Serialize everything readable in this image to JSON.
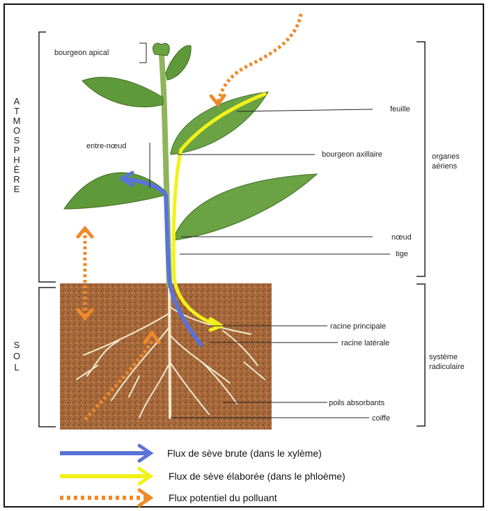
{
  "side_labels": {
    "atmosphere": [
      "A",
      "T",
      "M",
      "O",
      "S",
      "P",
      "H",
      "È",
      "R",
      "E"
    ],
    "sol": [
      "S",
      "O",
      "L"
    ]
  },
  "labels": {
    "bourgeon_apical": "bourgeon apical",
    "entre_noeud": "entre-nœud",
    "feuille": "feuille",
    "bourgeon_axillaire": "bourgeon axillaire",
    "noeud": "nœud",
    "tige": "tige",
    "racine_principale": "racine principale",
    "racine_laterale": "racine latérale",
    "poils_absorbants": "poils absorbants",
    "coiffe": "coiffe",
    "organes_aeriens": [
      "organes",
      "aériens"
    ],
    "systeme_radiculaire": [
      "système",
      "radiculaire"
    ]
  },
  "legend": {
    "seve_brute": "Flux de sève brute (dans le xylème)",
    "seve_elaboree": "Flux de sève élaborée (dans le phloème)",
    "polluant": "Flux potentiel du polluant"
  },
  "colors": {
    "seve_brute": "#5a73d8",
    "seve_elaboree": "#f2f21a",
    "polluant": "#f0892a",
    "soil": "#a86a3c",
    "leaf": "#5f9a3a",
    "stem": "#8fb55a"
  }
}
